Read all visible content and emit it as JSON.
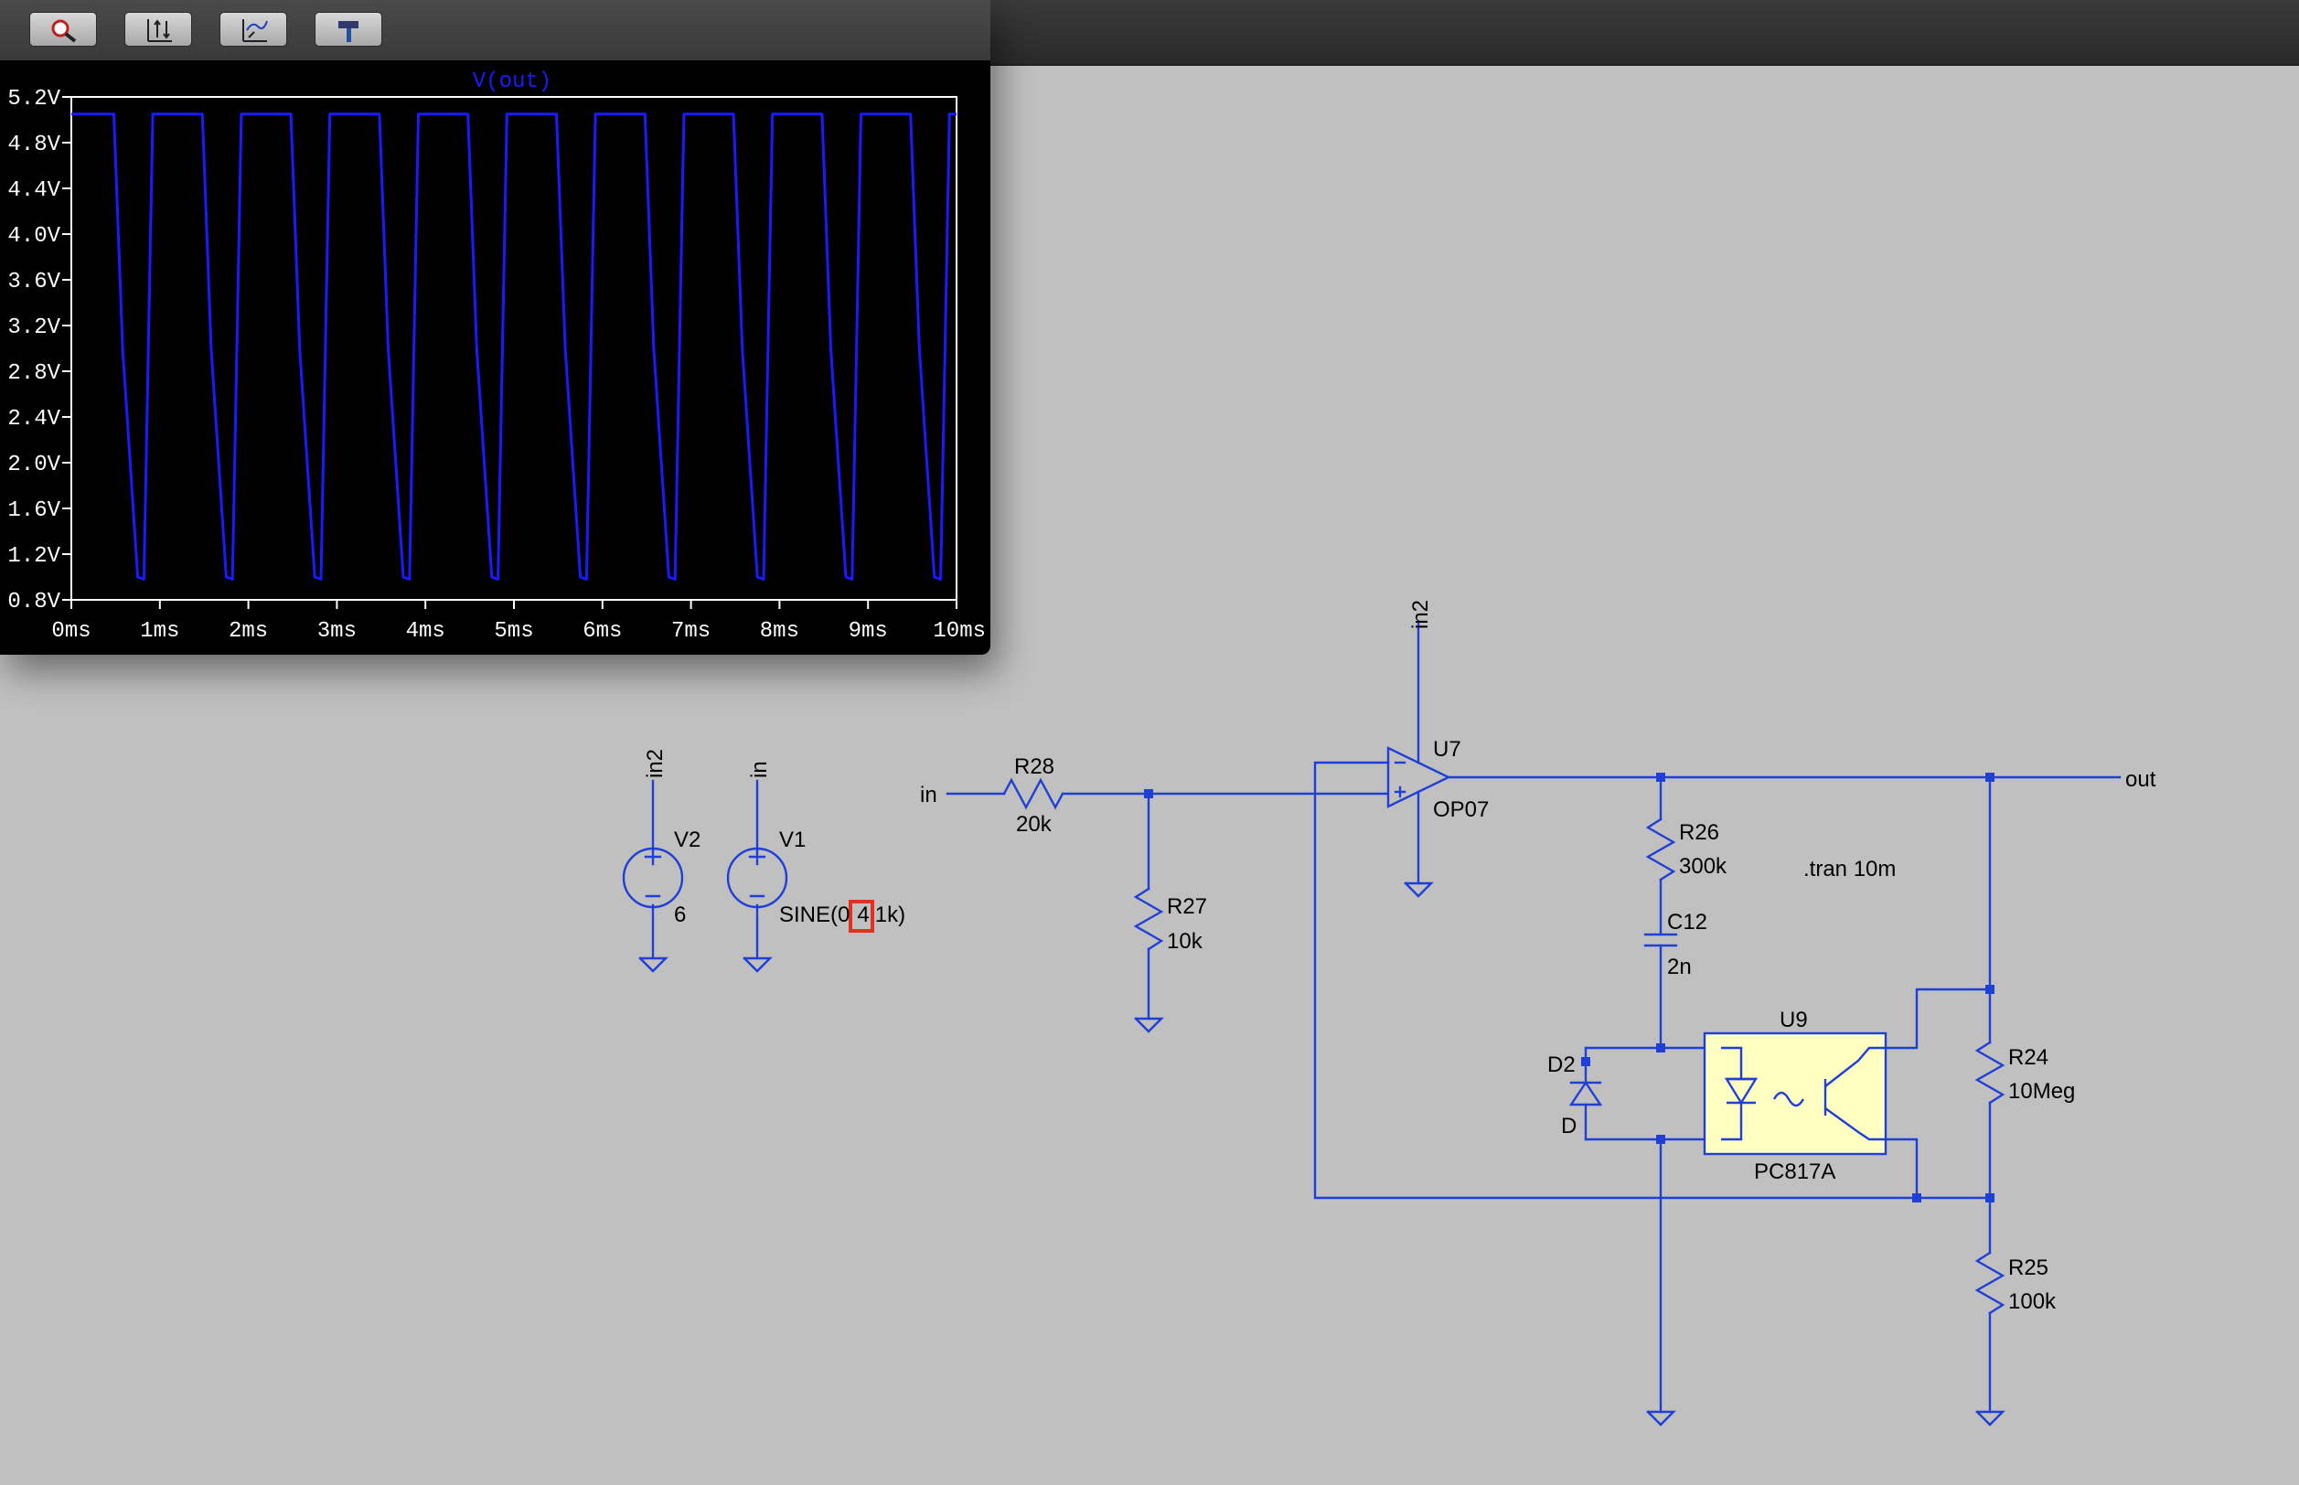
{
  "plot": {
    "toolbar_icons": [
      "zoom-icon",
      "autorange-icon",
      "pan-icon",
      "hammer-icon"
    ],
    "title": "V(out)",
    "trace_color": "#1a1aff",
    "y_tick_labels": [
      "5.2V",
      "4.8V",
      "4.4V",
      "4.0V",
      "3.6V",
      "3.2V",
      "2.8V",
      "2.4V",
      "2.0V",
      "1.6V",
      "1.2V",
      "0.8V"
    ],
    "x_tick_labels": [
      "0ms",
      "1ms",
      "2ms",
      "3ms",
      "4ms",
      "5ms",
      "6ms",
      "7ms",
      "8ms",
      "9ms",
      "10ms"
    ]
  },
  "chart_data": {
    "type": "line",
    "title": "V(out)",
    "xlabel": "",
    "ylabel": "",
    "xlim_ms": [
      0,
      10
    ],
    "ylim_V": [
      0.8,
      5.2
    ],
    "grid": false,
    "series": [
      {
        "name": "V(out)",
        "x_ms": [
          0,
          0.48,
          0.58,
          0.75,
          0.82,
          0.92,
          1.48,
          1.58,
          1.75,
          1.82,
          1.92,
          2.48,
          2.58,
          2.75,
          2.82,
          2.92,
          3.48,
          3.58,
          3.75,
          3.82,
          3.92,
          4.48,
          4.58,
          4.75,
          4.82,
          4.92,
          5.48,
          5.58,
          5.75,
          5.82,
          5.92,
          6.48,
          6.58,
          6.75,
          6.82,
          6.92,
          7.48,
          7.58,
          7.75,
          7.82,
          7.92,
          8.48,
          8.58,
          8.75,
          8.82,
          8.92,
          9.48,
          9.58,
          9.75,
          9.82,
          9.92,
          10.0
        ],
        "y_V": [
          5.05,
          5.05,
          3.0,
          1.0,
          0.98,
          5.05,
          5.05,
          3.0,
          1.0,
          0.98,
          5.05,
          5.05,
          3.0,
          1.0,
          0.98,
          5.05,
          5.05,
          3.0,
          1.0,
          0.98,
          5.05,
          5.05,
          3.0,
          1.0,
          0.98,
          5.05,
          5.05,
          3.0,
          1.0,
          0.98,
          5.05,
          5.05,
          3.0,
          1.0,
          0.98,
          5.05,
          5.05,
          3.0,
          1.0,
          0.98,
          5.05,
          5.05,
          3.0,
          1.0,
          0.98,
          5.05,
          5.05,
          3.0,
          1.0,
          0.98,
          5.05,
          5.05
        ]
      }
    ]
  },
  "schematic": {
    "wire_color": "#1f3fd6",
    "ic_fill_color": "#ffffc2",
    "highlight_color": "#e03020",
    "labels": {
      "v2_net": "in2",
      "v2_name": "V2",
      "v2_value": "6",
      "v1_net": "in",
      "v1_name": "V1",
      "v1_value_pre": "SINE(0",
      "v1_value_highlight": "4",
      "v1_value_post": "1k)",
      "in_label": "in",
      "r28_name": "R28",
      "r28_value": "20k",
      "r27_name": "R27",
      "r27_value": "10k",
      "u7_net": "in2",
      "u7_name": "U7",
      "u7_value": "OP07",
      "out_label": "out",
      "r26_name": "R26",
      "r26_value": "300k",
      "c12_name": "C12",
      "c12_value": "2n",
      "directive": ".tran 10m",
      "u9_name": "U9",
      "u9_value": "PC817A",
      "d2_name": "D2",
      "d2_value": "D",
      "r24_name": "R24",
      "r24_value": "10Meg",
      "r25_name": "R25",
      "r25_value": "100k"
    }
  }
}
